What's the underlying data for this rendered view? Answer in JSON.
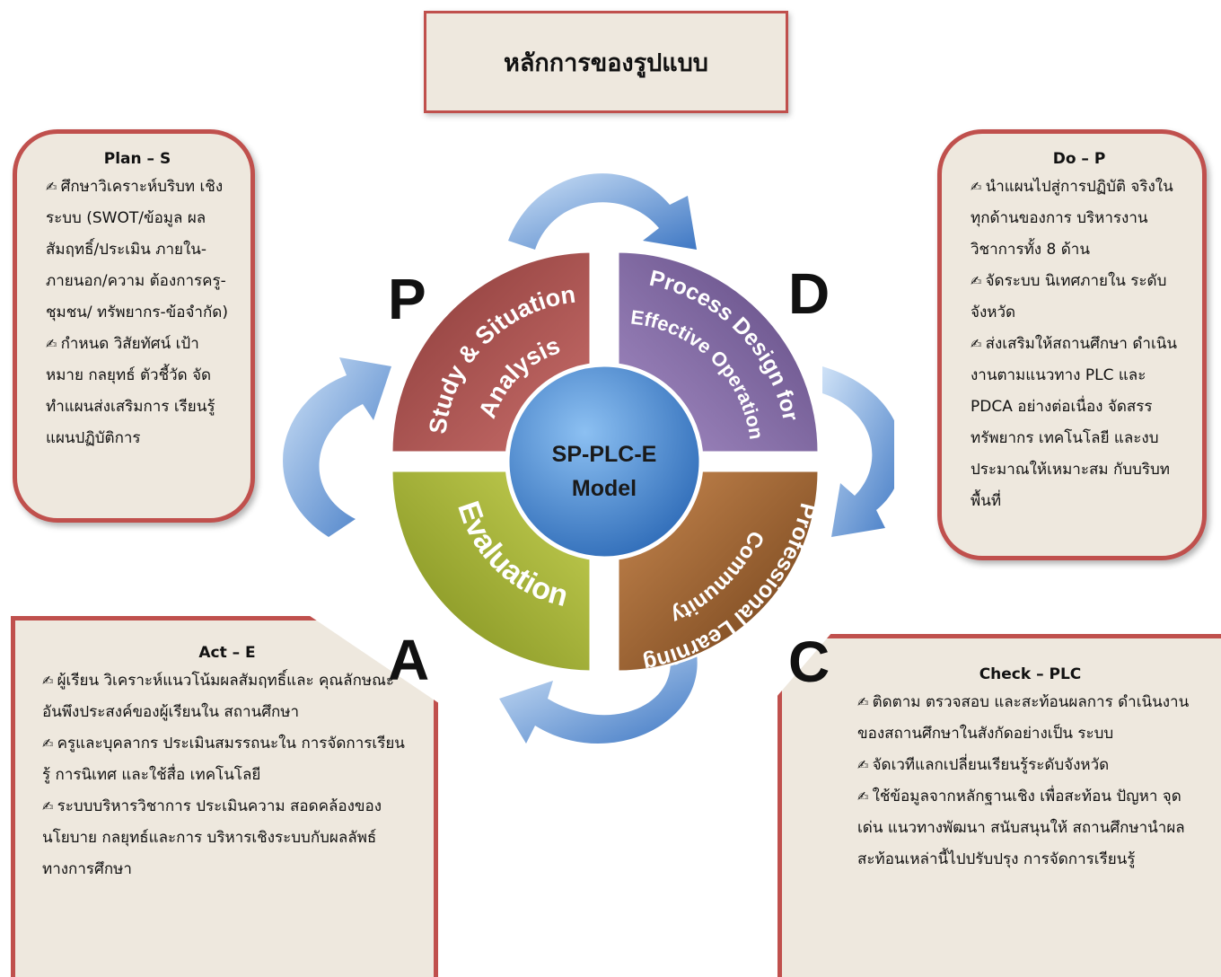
{
  "title": "หลักการของรูปแบบ",
  "center": {
    "line1": "SP-PLC-E",
    "line2": "Model"
  },
  "letters": {
    "p": "P",
    "d": "D",
    "a": "A",
    "c": "C"
  },
  "quadrants": {
    "study": "Study & Situation Analysis",
    "process": "Process Design for Effective Operation",
    "plc": "Professional Learning Community",
    "evaluation": "Evaluation"
  },
  "colors": {
    "border": "#c0504d",
    "box_fill": "#eee8de",
    "study": "#b24f4d",
    "process": "#8064a2",
    "plc": "#a0622e",
    "evaluation": "#9bab2c",
    "center": "#3f7fcf",
    "arrow": "#4f86cf"
  },
  "icon": "pen-icon",
  "plan": {
    "heading": "Plan – S",
    "items": [
      "ศึกษาวิเคราะห์บริบท เชิงระบบ (SWOT/ข้อมูล ผลสัมฤทธิ์/ประเมิน ภายใน-ภายนอก/ความ ต้องการครู-ชุมชน/ ทรัพยากร-ข้อจำกัด)",
      "กำหนด วิสัยทัศน์ เป้าหมาย กลยุทธ์ ตัวชี้วัด จัดทำแผนส่งเสริมการ เรียนรู้ แผนปฏิบัติการ"
    ]
  },
  "do": {
    "heading": "Do – P",
    "items": [
      "นำแผนไปสู่การปฏิบัติ จริงในทุกด้านของการ บริหารงานวิชาการทั้ง 8 ด้าน",
      "จัดระบบ นิเทศภายใน ระดับจังหวัด",
      "ส่งเสริมให้สถานศึกษา ดำเนินงานตามแนวทาง PLC และ PDCA อย่างต่อเนื่อง จัดสรรทรัพยากร เทคโนโลยี และงบประมาณให้เหมาะสม กับบริบทพื้นที่"
    ]
  },
  "act": {
    "heading": "Act – E",
    "items": [
      "ผู้เรียน วิเคราะห์แนวโน้มผลสัมฤทธิ์และ คุณลักษณะอันพึงประสงค์ของผู้เรียนใน สถานศึกษา",
      "ครูและบุคลากร ประเมินสมรรถนะใน การจัดการเรียนรู้ การนิเทศ และใช้สื่อ เทคโนโลยี",
      "ระบบบริหารวิชาการ ประเมินความ สอดคล้องของนโยบาย กลยุทธ์และการ บริหารเชิงระบบกับผลลัพธ์ทางการศึกษา"
    ]
  },
  "check": {
    "heading": "Check – PLC",
    "items": [
      "ติดตาม ตรวจสอบ และสะท้อนผลการ ดำเนินงานของสถานศึกษาในสังกัดอย่างเป็น ระบบ",
      "จัดเวทีแลกเปลี่ยนเรียนรู้ระดับจังหวัด",
      "ใช้ข้อมูลจากหลักฐานเชิง เพื่อสะท้อน ปัญหา จุดเด่น แนวทางพัฒนา สนับสนุนให้ สถานศึกษานำผลสะท้อนเหล่านี้ไปปรับปรุง การจัดการเรียนรู้"
    ]
  }
}
